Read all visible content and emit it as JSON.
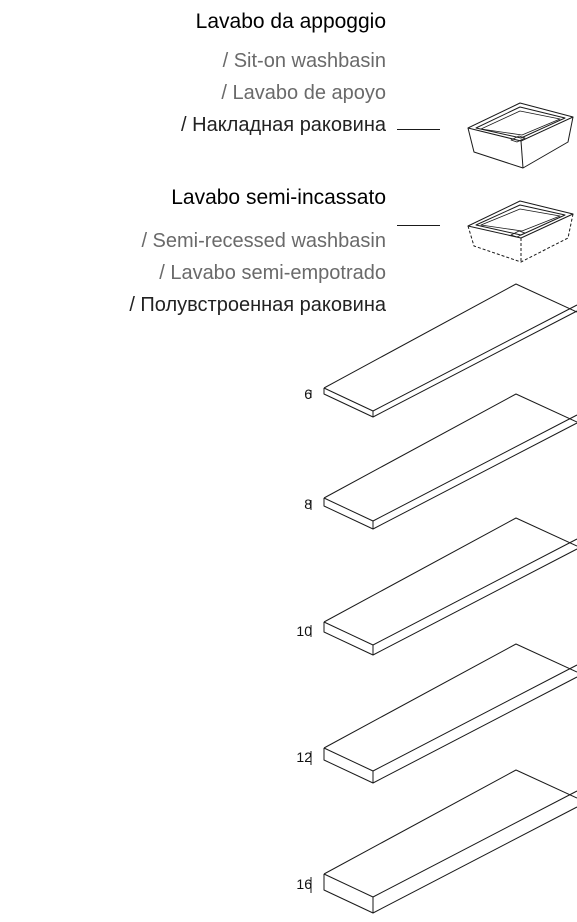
{
  "sit_on": {
    "title": "Lavabo da appoggio",
    "en": "/ Sit-on washbasin",
    "es": "/ Lavabo de apoyo",
    "ru": "/ Накладная раковина",
    "icon": "sit-on-basin-icon"
  },
  "semi_recessed": {
    "title": "Lavabo semi-incassato",
    "en": "/ Semi-recessed washbasin",
    "es": "/ Lavabo semi-empotrado",
    "ru": "/ Полувстроенная раковина",
    "icon": "semi-recessed-basin-icon"
  },
  "shelves": [
    {
      "thickness": "6"
    },
    {
      "thickness": "8"
    },
    {
      "thickness": "10"
    },
    {
      "thickness": "12"
    },
    {
      "thickness": "16"
    }
  ],
  "colors": {
    "line": "#1a1a1a",
    "subtitle": "#6a6a6a"
  }
}
